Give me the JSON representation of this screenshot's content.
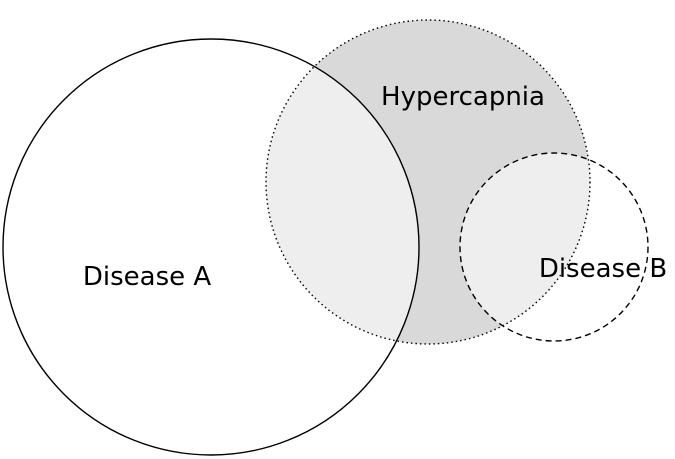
{
  "diagram": {
    "sets": [
      {
        "id": "disease-a",
        "label": "Disease A",
        "stroke_style": "solid",
        "fill": "#ffffff"
      },
      {
        "id": "hypercapnia",
        "label": "Hypercapnia",
        "stroke_style": "dotted",
        "fill": "#d9d9d9"
      },
      {
        "id": "disease-b",
        "label": "Disease B",
        "stroke_style": "dashed",
        "fill": "none"
      }
    ],
    "overlap_fill": "#eeeeee",
    "stroke_color": "#000000"
  }
}
